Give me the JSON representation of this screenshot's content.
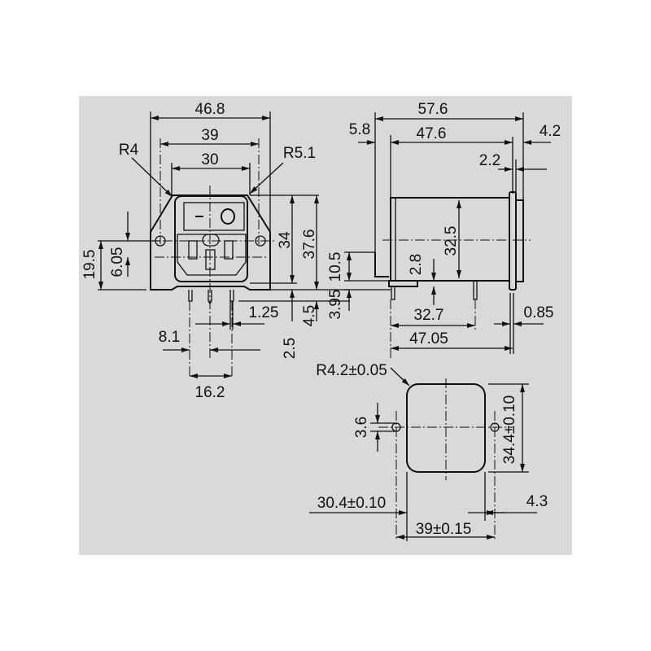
{
  "colors": {
    "background": "#d9d9d9",
    "line": "#111111"
  },
  "front_view": {
    "width_overall": "46.8",
    "width_holes": "39",
    "width_body": "30",
    "radius_left": "R4",
    "radius_right": "R5.1",
    "height_body": "34",
    "height_flange": "37.6",
    "height_left": "19.5",
    "offset_center": "6.05",
    "pin_offset": "1.25",
    "pin_spacing_half": "8.1",
    "pin_spacing": "16.2",
    "pin_length": "4.5",
    "pin_base": "2.5"
  },
  "side_view": {
    "length_overall": "57.6",
    "length_body": "47.6",
    "offset_front": "5.8",
    "flange_overall": "4.2",
    "flange_thickness": "2.2",
    "height_body": "32.5",
    "tab_height": "10.5",
    "tab_offset": "3.95",
    "tab_width": "2.8",
    "pin_distance": "32.7",
    "pin_distance_total": "47.05",
    "flange_offset": "0.85"
  },
  "cutout_view": {
    "corner_radius": "R4.2±0.05",
    "hole_diameter": "3.6",
    "height": "34.4±0.10",
    "width": "30.4±0.10",
    "hole_offset": "4.3",
    "hole_spacing": "39±0.15"
  }
}
